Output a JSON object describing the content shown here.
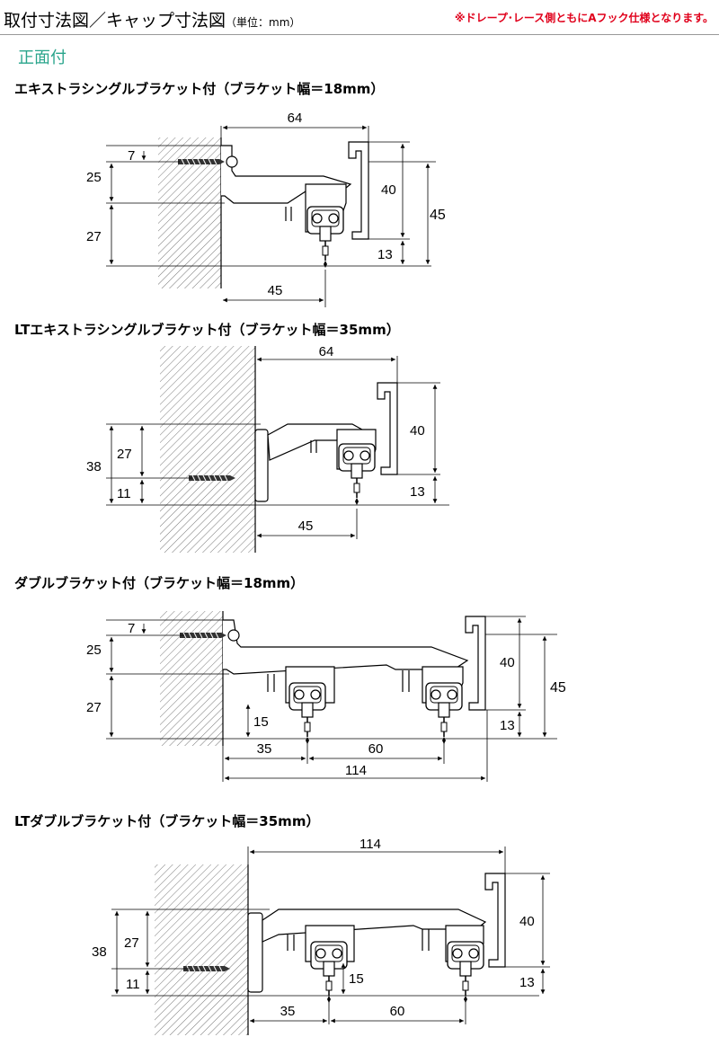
{
  "header": {
    "title": "取付寸法図／キャップ寸法図",
    "unit": "（単位：mm）",
    "note": "※ドレープ･レース側ともにAフック仕様となります。"
  },
  "section_label": "正面付",
  "diagrams": [
    {
      "heading": "エキストラシングルブラケット付（ブラケット幅＝18mm）",
      "dims": {
        "top": "64",
        "screw": "7",
        "upper": "25",
        "lower": "27",
        "rail": "40",
        "total": "45",
        "bottom": "13",
        "hook": "45"
      }
    },
    {
      "heading": "LTエキストラシングルブラケット付（ブラケット幅＝35mm）",
      "dims": {
        "top": "64",
        "total": "38",
        "upper": "27",
        "lower": "11",
        "rail": "40",
        "bottom": "13",
        "hook": "45"
      }
    },
    {
      "heading": "ダブルブラケット付（ブラケット幅＝18mm）",
      "dims": {
        "screw": "7",
        "upper": "25",
        "lower": "27",
        "hook_gap": "15",
        "front": "35",
        "spacing": "60",
        "width": "114",
        "rail": "40",
        "total": "45",
        "bottom": "13"
      }
    },
    {
      "heading": "LTダブルブラケット付（ブラケット幅＝35mm）",
      "dims": {
        "width": "114",
        "total": "38",
        "upper": "27",
        "lower": "11",
        "hook_gap": "15",
        "front": "35",
        "spacing": "60",
        "rail": "40",
        "bottom": "13"
      }
    }
  ]
}
